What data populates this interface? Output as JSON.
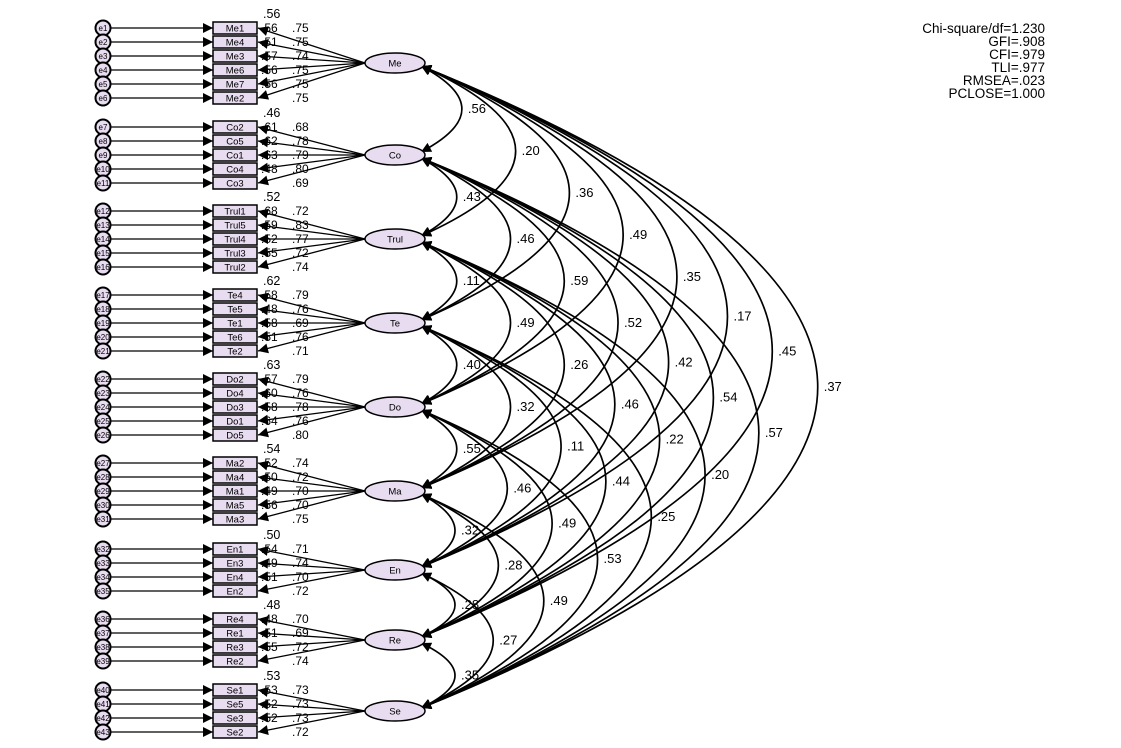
{
  "fit_indices": [
    "Chi-square/df=1.230",
    "GFI=.908",
    "CFI=.979",
    "TLI=.977",
    "RMSEA=.023",
    "PCLOSE=1.000"
  ],
  "colors": {
    "fill": "#e8dcf0",
    "stroke": "#000000"
  },
  "factors": [
    {
      "name": "Me",
      "items": [
        "Me1",
        "Me4",
        "Me3",
        "Me6",
        "Me7",
        "Me2"
      ],
      "errors": [
        "e1",
        "e2",
        "e3",
        "e4",
        "e5",
        "e6"
      ],
      "top_r2": ".56",
      "r2": [
        ".56",
        ".51",
        ".57",
        ".56",
        ".56"
      ],
      "loadings": [
        ".75",
        ".75",
        ".74",
        ".75",
        ".75",
        ".75"
      ]
    },
    {
      "name": "Co",
      "items": [
        "Co2",
        "Co5",
        "Co1",
        "Co4",
        "Co3"
      ],
      "errors": [
        "e7",
        "e8",
        "e9",
        "e10",
        "e11"
      ],
      "top_r2": ".46",
      "r2": [
        ".61",
        ".62",
        ".63",
        ".48"
      ],
      "loadings": [
        ".68",
        ".78",
        ".79",
        ".80",
        ".69"
      ]
    },
    {
      "name": "Trul",
      "items": [
        "Trul1",
        "Trul5",
        "Trul4",
        "Trul3",
        "Trul2"
      ],
      "errors": [
        "e12",
        "e13",
        "e14",
        "e15",
        "e16"
      ],
      "top_r2": ".52",
      "r2": [
        ".68",
        ".59",
        ".52",
        ".55"
      ],
      "loadings": [
        ".72",
        ".83",
        ".77",
        ".72",
        ".74"
      ]
    },
    {
      "name": "Te",
      "items": [
        "Te4",
        "Te5",
        "Te1",
        "Te6",
        "Te2"
      ],
      "errors": [
        "e17",
        "e18",
        "e19",
        "e20",
        "e21"
      ],
      "top_r2": ".62",
      "r2": [
        ".58",
        ".48",
        ".58",
        ".51"
      ],
      "loadings": [
        ".79",
        ".76",
        ".69",
        ".76",
        ".71"
      ]
    },
    {
      "name": "Do",
      "items": [
        "Do2",
        "Do4",
        "Do3",
        "Do1",
        "Do5"
      ],
      "errors": [
        "e22",
        "e23",
        "e24",
        "e25",
        "e26"
      ],
      "top_r2": ".63",
      "r2": [
        ".57",
        ".60",
        ".58",
        ".64"
      ],
      "loadings": [
        ".79",
        ".76",
        ".78",
        ".76",
        ".80"
      ]
    },
    {
      "name": "Ma",
      "items": [
        "Ma2",
        "Ma4",
        "Ma1",
        "Ma5",
        "Ma3"
      ],
      "errors": [
        "e27",
        "e28",
        "e29",
        "e30",
        "e31"
      ],
      "top_r2": ".54",
      "r2": [
        ".52",
        ".50",
        ".49",
        ".56"
      ],
      "loadings": [
        ".74",
        ".72",
        ".70",
        ".70",
        ".75"
      ]
    },
    {
      "name": "En",
      "items": [
        "En1",
        "En3",
        "En4",
        "En2"
      ],
      "errors": [
        "e32",
        "e33",
        "e34",
        "e35"
      ],
      "top_r2": ".50",
      "r2": [
        ".54",
        ".49",
        ".51"
      ],
      "loadings": [
        ".71",
        ".74",
        ".70",
        ".72"
      ]
    },
    {
      "name": "Re",
      "items": [
        "Re4",
        "Re1",
        "Re3",
        "Re2"
      ],
      "errors": [
        "e36",
        "e37",
        "e38",
        "e39"
      ],
      "top_r2": ".48",
      "r2": [
        ".48",
        ".51",
        ".55"
      ],
      "loadings": [
        ".70",
        ".69",
        ".72",
        ".74"
      ]
    },
    {
      "name": "Se",
      "items": [
        "Se1",
        "Se5",
        "Se3",
        "Se2"
      ],
      "errors": [
        "e40",
        "e41",
        "e42",
        "e43"
      ],
      "top_r2": ".53",
      "r2": [
        ".53",
        ".52",
        ".52"
      ],
      "loadings": [
        ".73",
        ".73",
        ".73",
        ".72"
      ]
    }
  ],
  "correlations": [
    {
      "a": "Me",
      "b": "Co",
      "r": ".56"
    },
    {
      "a": "Me",
      "b": "Trul",
      "r": ".20"
    },
    {
      "a": "Me",
      "b": "Te",
      "r": ".36"
    },
    {
      "a": "Me",
      "b": "Do",
      "r": ".49"
    },
    {
      "a": "Me",
      "b": "Ma",
      "r": ".35"
    },
    {
      "a": "Me",
      "b": "En",
      "r": ".17"
    },
    {
      "a": "Me",
      "b": "Re",
      "r": ".45"
    },
    {
      "a": "Me",
      "b": "Se",
      "r": ".37"
    },
    {
      "a": "Co",
      "b": "Trul",
      "r": ".43"
    },
    {
      "a": "Co",
      "b": "Te",
      "r": ".46"
    },
    {
      "a": "Co",
      "b": "Do",
      "r": ".59"
    },
    {
      "a": "Co",
      "b": "Ma",
      "r": ".52"
    },
    {
      "a": "Co",
      "b": "En",
      "r": ".42"
    },
    {
      "a": "Co",
      "b": "Re",
      "r": ".54"
    },
    {
      "a": "Co",
      "b": "Se",
      "r": ".57"
    },
    {
      "a": "Trul",
      "b": "Te",
      "r": ".11"
    },
    {
      "a": "Trul",
      "b": "Do",
      "r": ".49"
    },
    {
      "a": "Trul",
      "b": "Ma",
      "r": ".26"
    },
    {
      "a": "Trul",
      "b": "En",
      "r": ".46"
    },
    {
      "a": "Trul",
      "b": "Re",
      "r": ".22"
    },
    {
      "a": "Trul",
      "b": "Se",
      "r": ".20"
    },
    {
      "a": "Te",
      "b": "Do",
      "r": ".40"
    },
    {
      "a": "Te",
      "b": "Ma",
      "r": ".32"
    },
    {
      "a": "Te",
      "b": "En",
      "r": ".11"
    },
    {
      "a": "Te",
      "b": "Re",
      "r": ".44"
    },
    {
      "a": "Te",
      "b": "Se",
      "r": ".25"
    },
    {
      "a": "Do",
      "b": "Ma",
      "r": ".55"
    },
    {
      "a": "Do",
      "b": "En",
      "r": ".46"
    },
    {
      "a": "Do",
      "b": "Re",
      "r": ".49"
    },
    {
      "a": "Do",
      "b": "Se",
      "r": ".53"
    },
    {
      "a": "Ma",
      "b": "En",
      "r": ".32"
    },
    {
      "a": "Ma",
      "b": "Re",
      "r": ".28"
    },
    {
      "a": "Ma",
      "b": "Se",
      "r": ".49"
    },
    {
      "a": "En",
      "b": "Re",
      "r": ".28"
    },
    {
      "a": "En",
      "b": "Se",
      "r": ".27"
    },
    {
      "a": "Re",
      "b": "Se",
      "r": ".35"
    }
  ]
}
